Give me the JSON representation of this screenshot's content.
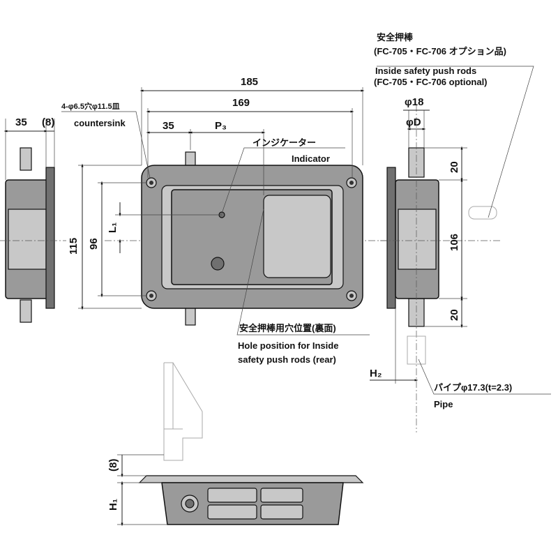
{
  "dimensions": {
    "overall_width": "185",
    "hole_pitch_width": "169",
    "offset_35_top": "35",
    "p3": "P₃",
    "side_35": "35",
    "side_8": "(8)",
    "height_115": "115",
    "height_96": "96",
    "l1": "L₁",
    "rod_dia_18": "φ18",
    "rod_dia_d": "φD",
    "rod_20_top": "20",
    "rod_106": "106",
    "rod_20_bottom": "20",
    "h2": "H₂",
    "bottom_8": "(8)",
    "h1": "H₁"
  },
  "notes": {
    "countersink_jp": "4-φ6.5穴φ11.5皿",
    "countersink_en": "countersink",
    "indicator_jp": "インジケーター",
    "indicator_en": "Indicator",
    "hole_position_jp": "安全押棒用穴位置(裏面)",
    "hole_position_en_1": "Hole position for Inside",
    "hole_position_en_2": "safety push rods (rear)",
    "pipe_jp": "パイプφ17.3(t=2.3)",
    "pipe_en": "Pipe",
    "push_rods_jp_1": "安全押棒",
    "push_rods_jp_2": "(FC-705・FC-706 オプション品)",
    "push_rods_en_1": "Inside safety push rods",
    "push_rods_en_2": "(FC-705・FC-706 optional)"
  }
}
